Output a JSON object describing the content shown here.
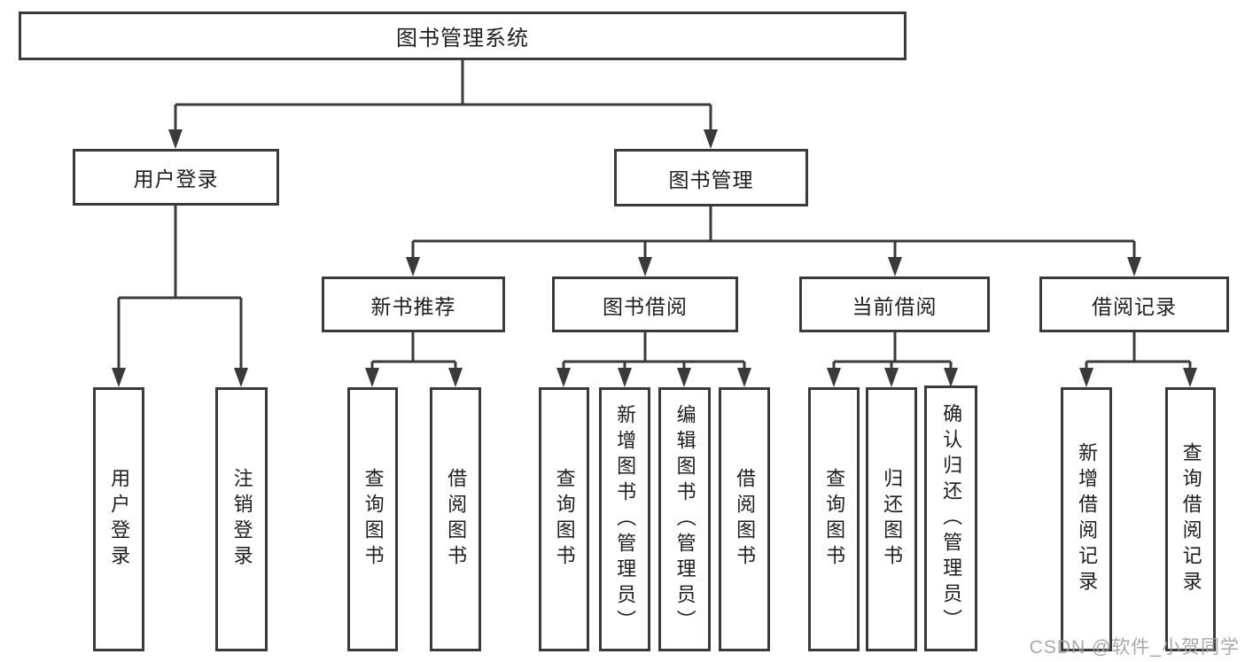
{
  "tree": {
    "root": {
      "label": "图书管理系统"
    },
    "user_login_branch": {
      "label": "用户登录",
      "children": [
        {
          "label": "用户登录"
        },
        {
          "label": "注销登录"
        }
      ]
    },
    "book_management_branch": {
      "label": "图书管理",
      "groups": [
        {
          "label": "新书推荐",
          "children": [
            {
              "label": "查询图书"
            },
            {
              "label": "借阅图书"
            }
          ]
        },
        {
          "label": "图书借阅",
          "children": [
            {
              "label": "查询图书"
            },
            {
              "label": "新增图书（管理员）"
            },
            {
              "label": "编辑图书（管理员）"
            },
            {
              "label": "借阅图书"
            }
          ]
        },
        {
          "label": "当前借阅",
          "children": [
            {
              "label": "查询图书"
            },
            {
              "label": "归还图书"
            },
            {
              "label": "确认归还（管理员）"
            }
          ]
        },
        {
          "label": "借阅记录",
          "children": [
            {
              "label": "新增借阅记录"
            },
            {
              "label": "查询借阅记录"
            }
          ]
        }
      ]
    }
  },
  "watermark": "CSDN @软件_小贺同学",
  "colors": {
    "background": "#ffffff",
    "line": "#3a3a3a",
    "box_border": "#3a3a3a",
    "text": "#1e1e1e",
    "watermark": "#9e9e9e"
  }
}
